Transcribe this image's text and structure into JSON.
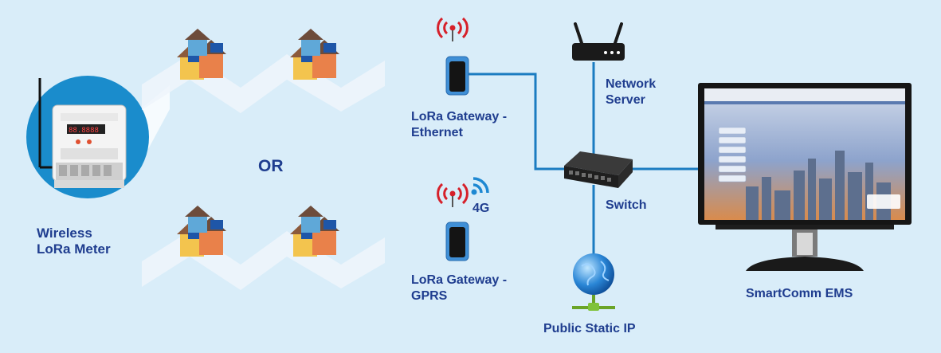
{
  "labels": {
    "meter": "Wireless\nLoRa Meter",
    "or": "OR",
    "gateway_ethernet": "LoRa Gateway -\nEthernet",
    "gateway_gprs": "LoRa Gateway -\nGPRS",
    "network_4g": "4G",
    "network_server": "Network\nServer",
    "switch": "Switch",
    "public_ip": "Public Static IP",
    "ems": "SmartComm EMS"
  },
  "colors": {
    "background": "#d9edf9",
    "label_text": "#1f3d8f",
    "connection_line": "#1b7cc1",
    "signal_red": "#d6202a",
    "signal_blue": "#1e88d2",
    "meter_circle": "#1a8ccc"
  }
}
